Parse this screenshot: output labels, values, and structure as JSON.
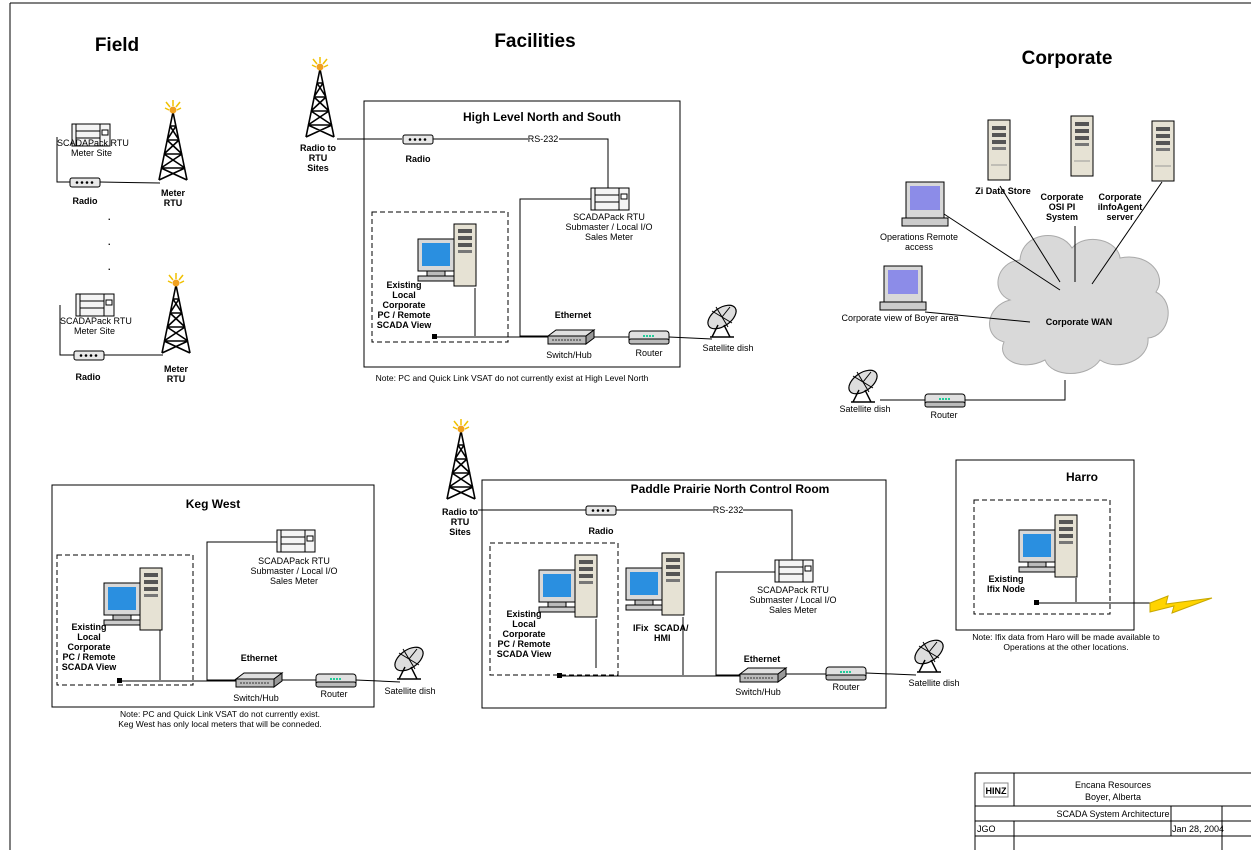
{
  "sections": {
    "field": "Field",
    "facilities": "Facilities",
    "corporate": "Corporate"
  },
  "field": {
    "rtu_label": "SCADAPack RTU",
    "meter_site": "Meter Site",
    "radio": "Radio",
    "meter_rtu_1": "Meter",
    "meter_rtu_2": "RTU",
    "ellipsis": "."
  },
  "high_level": {
    "title": "High Level North and South",
    "radio_to_rtu": [
      "Radio to",
      "RTU",
      "Sites"
    ],
    "radio": "Radio",
    "rs232": "RS-232",
    "rtu": [
      "SCADAPack RTU",
      "Submaster / Local I/O",
      "Sales Meter"
    ],
    "pc": [
      "Existing",
      "Local",
      "Corporate",
      "PC / Remote",
      "SCADA View"
    ],
    "ethernet": "Ethernet",
    "switch": "Switch/Hub",
    "router": "Router",
    "satellite": "Satellite dish",
    "note": "Note: PC and Quick Link VSAT do not currently exist at High Level North"
  },
  "corporate": {
    "ops_remote": [
      "Operations Remote",
      "access"
    ],
    "zi_store": "Zi Data Store",
    "osi_pi": [
      "Corporate",
      "OSI PI",
      "System"
    ],
    "infoagent": [
      "Corporate",
      "iInfoAgent",
      "server"
    ],
    "boyer_view": "Corporate view of Boyer area",
    "wan": "Corporate WAN",
    "satellite": "Satellite dish",
    "router": "Router"
  },
  "keg_west": {
    "title": "Keg West",
    "rtu": [
      "SCADAPack RTU",
      "Submaster / Local I/O",
      "Sales Meter"
    ],
    "pc": [
      "Existing",
      "Local",
      "Corporate",
      "PC / Remote",
      "SCADA View"
    ],
    "ethernet": "Ethernet",
    "switch": "Switch/Hub",
    "router": "Router",
    "satellite": "Satellite dish",
    "note": [
      "Note: PC and Quick Link VSAT do not currently exist.",
      "Keg West has only local meters that will be conneded."
    ]
  },
  "paddle": {
    "title": "Paddle Prairie North Control Room",
    "radio_to_rtu": [
      "Radio to",
      "RTU",
      "Sites"
    ],
    "radio": "Radio",
    "rs232": "RS-232",
    "rtu": [
      "SCADAPack RTU",
      "Submaster / Local I/O",
      "Sales Meter"
    ],
    "pc": [
      "Existing",
      "Local",
      "Corporate",
      "PC / Remote",
      "SCADA View"
    ],
    "ifix": [
      "IFix",
      "SCADA/",
      "HMI"
    ],
    "ethernet": "Ethernet",
    "switch": "Switch/Hub",
    "router": "Router",
    "satellite": "Satellite dish"
  },
  "harro": {
    "title": "Harro",
    "node": [
      "Existing",
      "Ifix Node"
    ],
    "note": [
      "Note: Ifix data from Haro will be made available to",
      "Operations at the other locations."
    ]
  },
  "title_block": {
    "logo": "HINZ",
    "company": "Encana Resources",
    "location": "Boyer, Alberta",
    "drawing": "SCADA System Architecture",
    "author": "JGO",
    "date": "Jan 28, 2004"
  },
  "colors": {
    "screen": "#2a8fe0",
    "cloud": "#d9d9d9",
    "lightning": "#ffd400",
    "tower_top": "#f0a020"
  }
}
